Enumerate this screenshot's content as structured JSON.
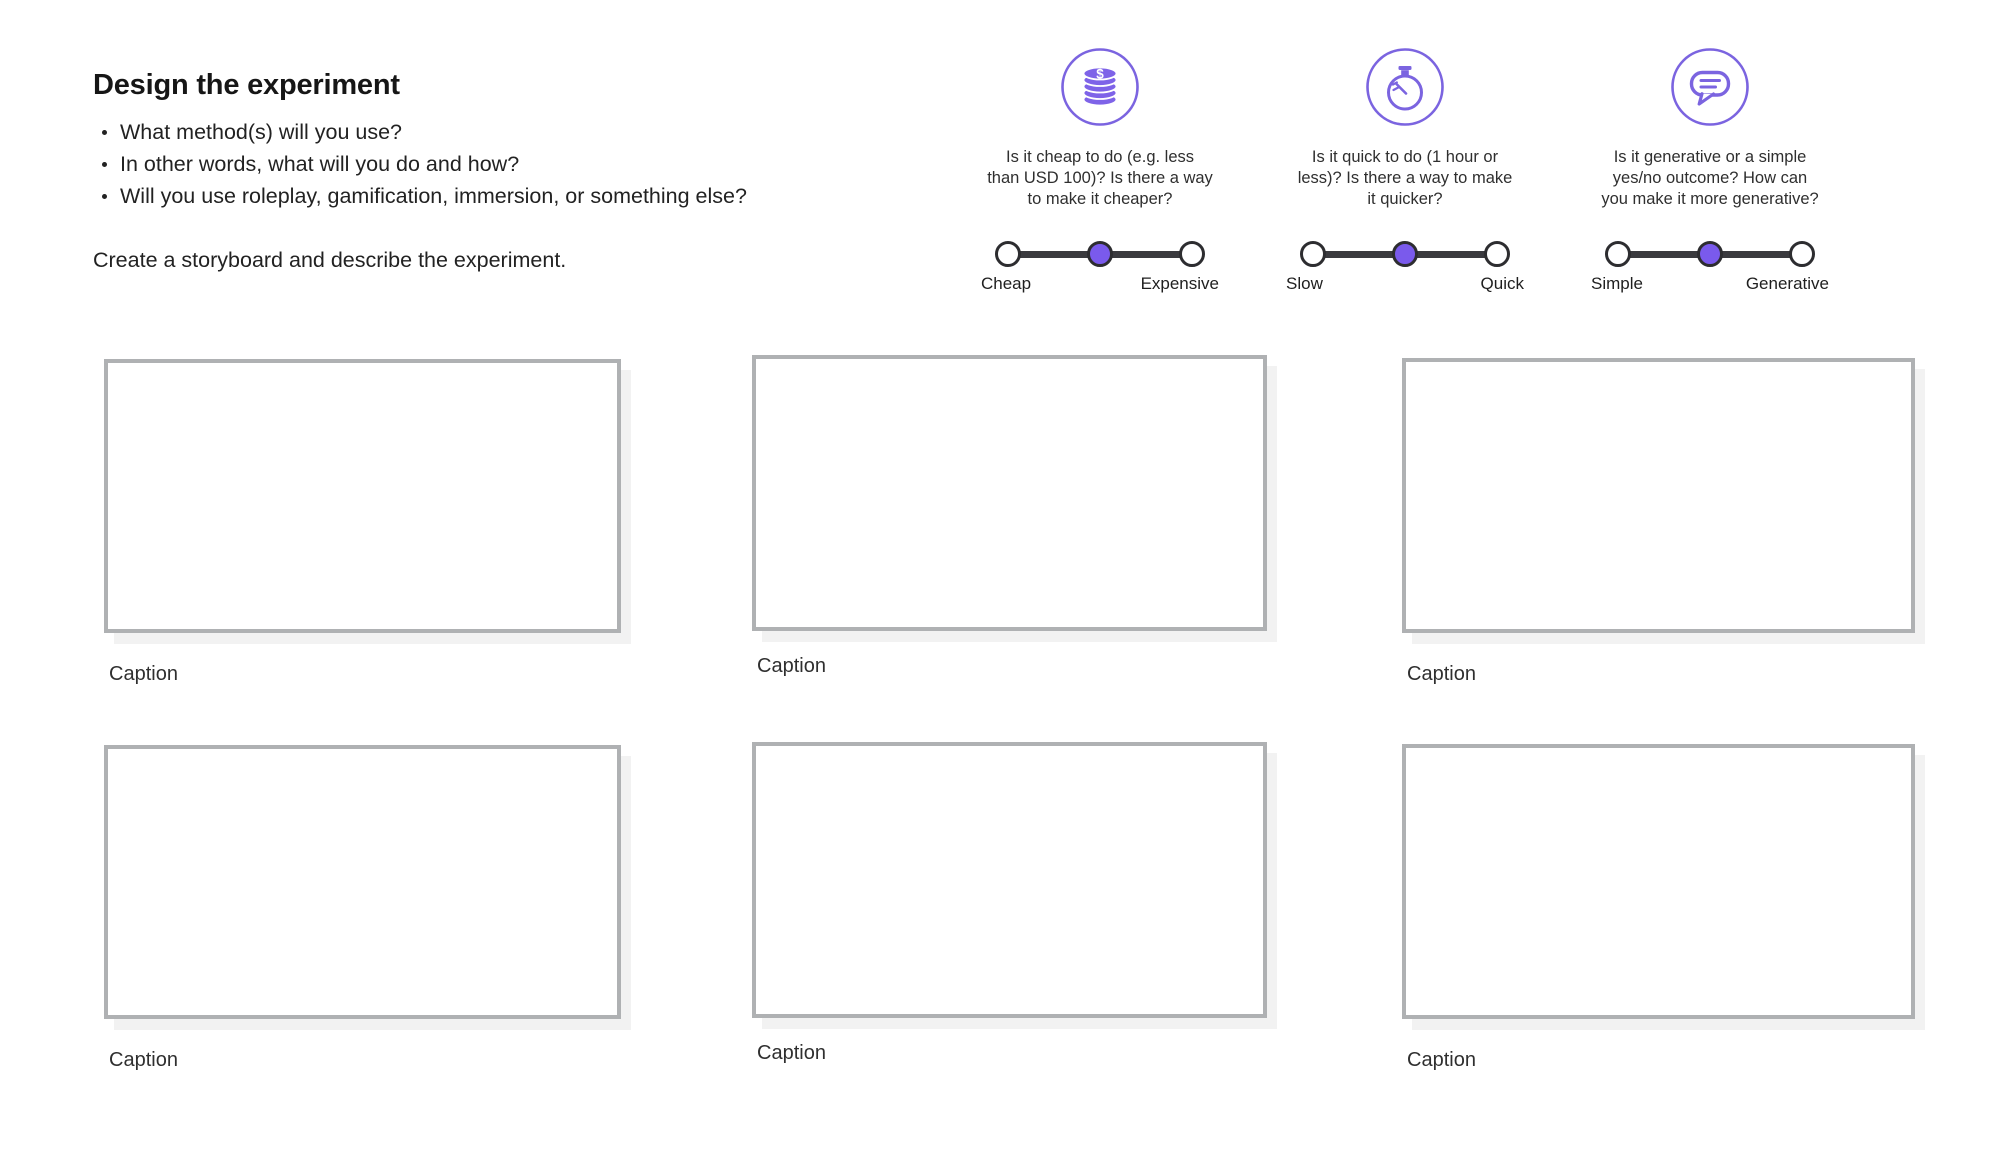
{
  "header": {
    "title": "Design the experiment",
    "bullets": [
      "What method(s) will you use?",
      "In other words, what will you do and how?",
      "Will you use roleplay, gamification, immersion, or something else?"
    ],
    "instruction": "Create a storyboard and describe the experiment."
  },
  "criteria": [
    {
      "name": "cost",
      "icon": "coins-icon",
      "question": "Is it cheap to do (e.g. less\nthan USD 100)? Is there a way\nto make it cheaper?",
      "left_label": "Cheap",
      "right_label": "Expensive",
      "selected_position": "middle"
    },
    {
      "name": "speed",
      "icon": "stopwatch-icon",
      "question": "Is it quick to do (1 hour or\nless)? Is there a way to make\nit quicker?",
      "left_label": "Slow",
      "right_label": "Quick",
      "selected_position": "middle"
    },
    {
      "name": "generativity",
      "icon": "speech-bubble-icon",
      "question": "Is it generative or a simple\nyes/no outcome? How can\nyou make it more generative?",
      "left_label": "Simple",
      "right_label": "Generative",
      "selected_position": "middle"
    }
  ],
  "storyboard": {
    "frames": [
      {
        "caption": "Caption"
      },
      {
        "caption": "Caption"
      },
      {
        "caption": "Caption"
      },
      {
        "caption": "Caption"
      },
      {
        "caption": "Caption"
      },
      {
        "caption": "Caption"
      }
    ]
  },
  "colors": {
    "accent_purple": "#7b64e0",
    "knob_selected_fill": "#7a5aec",
    "slider_track": "#3a3a3e",
    "knob_border": "#2d2d30",
    "frame_border": "#afb1b3",
    "text": "#222222"
  }
}
